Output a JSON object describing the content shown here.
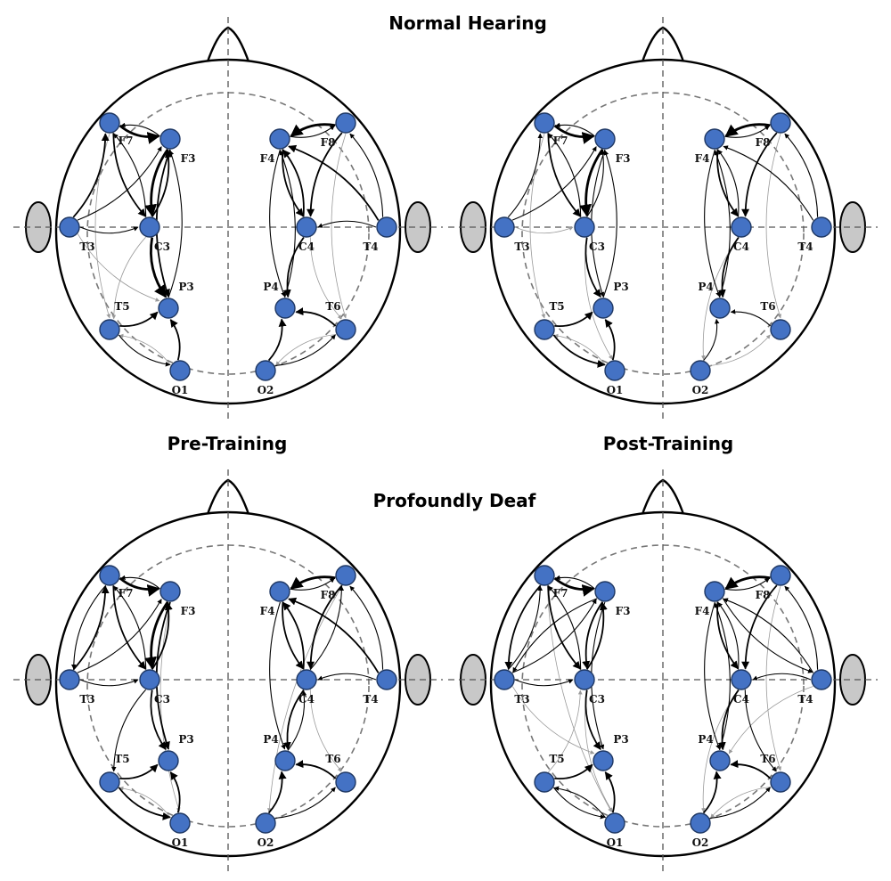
{
  "titles": {
    "normal_hearing": "Normal Hearing",
    "profoundly_deaf": "Profoundly Deaf",
    "pre_training": "Pre-Training",
    "post_training": "Post-Training"
  },
  "colors": {
    "node_fill": "#4472c4",
    "node_stroke": "#1f3864",
    "ear_fill": "#c8c8c8",
    "strong_edge": "#000000",
    "weak_edge": "#9a9a9a"
  },
  "electrodes": [
    "F7",
    "F3",
    "T3",
    "C3",
    "T5",
    "P3",
    "O1",
    "F4",
    "F8",
    "C4",
    "T4",
    "P4",
    "T6",
    "O2"
  ],
  "connectivity": [
    {
      "panel": "normal-hearing-pre",
      "edges": [
        [
          "F7",
          "F3",
          3
        ],
        [
          "F3",
          "F7",
          1
        ],
        [
          "F7",
          "C3",
          2
        ],
        [
          "C3",
          "F7",
          1
        ],
        [
          "F3",
          "C3",
          3
        ],
        [
          "C3",
          "F3",
          2
        ],
        [
          "F3",
          "P3",
          2
        ],
        [
          "P3",
          "F3",
          1
        ],
        [
          "C3",
          "P3",
          3
        ],
        [
          "T3",
          "F7",
          2
        ],
        [
          "T3",
          "F3",
          1
        ],
        [
          "T3",
          "C3",
          1
        ],
        [
          "T3",
          "P3",
          0
        ],
        [
          "T5",
          "P3",
          2
        ],
        [
          "O1",
          "P3",
          2
        ],
        [
          "T5",
          "O1",
          1
        ],
        [
          "O1",
          "T5",
          0
        ],
        [
          "F7",
          "T5",
          0
        ],
        [
          "C3",
          "T5",
          0
        ],
        [
          "F8",
          "F4",
          3
        ],
        [
          "F4",
          "F8",
          1
        ],
        [
          "F4",
          "C4",
          2
        ],
        [
          "C4",
          "F4",
          2
        ],
        [
          "F8",
          "C4",
          2
        ],
        [
          "T4",
          "F4",
          2
        ],
        [
          "T4",
          "F8",
          1
        ],
        [
          "T4",
          "C4",
          1
        ],
        [
          "C4",
          "P4",
          2
        ],
        [
          "F4",
          "P4",
          1
        ],
        [
          "P4",
          "F4",
          1
        ],
        [
          "T6",
          "P4",
          2
        ],
        [
          "O2",
          "P4",
          2
        ],
        [
          "O2",
          "T6",
          1
        ],
        [
          "T6",
          "O2",
          0
        ],
        [
          "C4",
          "T6",
          0
        ],
        [
          "F8",
          "T6",
          0
        ]
      ]
    },
    {
      "panel": "normal-hearing-post",
      "edges": [
        [
          "F7",
          "F3",
          3
        ],
        [
          "F3",
          "F7",
          1
        ],
        [
          "F7",
          "C3",
          2
        ],
        [
          "C3",
          "F7",
          1
        ],
        [
          "F3",
          "C3",
          3
        ],
        [
          "C3",
          "F3",
          1
        ],
        [
          "F3",
          "P3",
          1
        ],
        [
          "P3",
          "F3",
          1
        ],
        [
          "C3",
          "P3",
          2
        ],
        [
          "T3",
          "F7",
          1
        ],
        [
          "T3",
          "F3",
          1
        ],
        [
          "T3",
          "C3",
          0
        ],
        [
          "T5",
          "P3",
          2
        ],
        [
          "O1",
          "P3",
          2
        ],
        [
          "T5",
          "O1",
          2
        ],
        [
          "O1",
          "T5",
          0
        ],
        [
          "F7",
          "T5",
          0
        ],
        [
          "C3",
          "O1",
          0
        ],
        [
          "F8",
          "F4",
          3
        ],
        [
          "F4",
          "F8",
          1
        ],
        [
          "F4",
          "C4",
          2
        ],
        [
          "C4",
          "F4",
          1
        ],
        [
          "F8",
          "C4",
          2
        ],
        [
          "T4",
          "F4",
          1
        ],
        [
          "T4",
          "F8",
          1
        ],
        [
          "C4",
          "P4",
          2
        ],
        [
          "F4",
          "P4",
          1
        ],
        [
          "P4",
          "F4",
          1
        ],
        [
          "T6",
          "P4",
          1
        ],
        [
          "O2",
          "P4",
          1
        ],
        [
          "O2",
          "T6",
          0
        ],
        [
          "F8",
          "T6",
          0
        ],
        [
          "C4",
          "O2",
          0
        ]
      ]
    },
    {
      "panel": "profoundly-deaf-pre",
      "edges": [
        [
          "F7",
          "F3",
          3
        ],
        [
          "F3",
          "F7",
          1
        ],
        [
          "F7",
          "C3",
          2
        ],
        [
          "C3",
          "F7",
          1
        ],
        [
          "F3",
          "C3",
          3
        ],
        [
          "C3",
          "F3",
          2
        ],
        [
          "F3",
          "P3",
          2
        ],
        [
          "C3",
          "P3",
          2
        ],
        [
          "T3",
          "F7",
          2
        ],
        [
          "F7",
          "T3",
          1
        ],
        [
          "T3",
          "F3",
          1
        ],
        [
          "T3",
          "C3",
          1
        ],
        [
          "C3",
          "T5",
          1
        ],
        [
          "T5",
          "P3",
          2
        ],
        [
          "O1",
          "P3",
          2
        ],
        [
          "T5",
          "O1",
          2
        ],
        [
          "O1",
          "T5",
          0
        ],
        [
          "F3",
          "O1",
          0
        ],
        [
          "F8",
          "F4",
          3
        ],
        [
          "F4",
          "F8",
          1
        ],
        [
          "F4",
          "C4",
          2
        ],
        [
          "C4",
          "F4",
          2
        ],
        [
          "F8",
          "C4",
          2
        ],
        [
          "C4",
          "F8",
          1
        ],
        [
          "T4",
          "F4",
          2
        ],
        [
          "T4",
          "F8",
          1
        ],
        [
          "T4",
          "C4",
          1
        ],
        [
          "C4",
          "P4",
          2
        ],
        [
          "P4",
          "C4",
          1
        ],
        [
          "F4",
          "P4",
          1
        ],
        [
          "T6",
          "P4",
          2
        ],
        [
          "O2",
          "P4",
          2
        ],
        [
          "O2",
          "T6",
          1
        ],
        [
          "C4",
          "T6",
          0
        ],
        [
          "F8",
          "O2",
          0
        ]
      ]
    },
    {
      "panel": "profoundly-deaf-post",
      "edges": [
        [
          "F7",
          "F3",
          3
        ],
        [
          "F3",
          "F7",
          1
        ],
        [
          "F7",
          "C3",
          2
        ],
        [
          "C3",
          "F7",
          1
        ],
        [
          "F3",
          "C3",
          2
        ],
        [
          "C3",
          "F3",
          2
        ],
        [
          "F3",
          "P3",
          1
        ],
        [
          "C3",
          "P3",
          2
        ],
        [
          "T3",
          "F7",
          1
        ],
        [
          "F7",
          "T3",
          2
        ],
        [
          "T3",
          "F3",
          1
        ],
        [
          "F3",
          "T3",
          1
        ],
        [
          "T3",
          "C3",
          1
        ],
        [
          "T3",
          "P3",
          0
        ],
        [
          "T5",
          "P3",
          2
        ],
        [
          "O1",
          "P3",
          2
        ],
        [
          "T5",
          "O1",
          1
        ],
        [
          "O1",
          "T5",
          1
        ],
        [
          "T5",
          "C3",
          0
        ],
        [
          "F7",
          "O1",
          0
        ],
        [
          "C3",
          "O1",
          0
        ],
        [
          "F8",
          "F4",
          3
        ],
        [
          "F4",
          "F8",
          1
        ],
        [
          "F4",
          "C4",
          2
        ],
        [
          "C4",
          "F4",
          1
        ],
        [
          "F8",
          "C4",
          2
        ],
        [
          "F4",
          "T4",
          1
        ],
        [
          "T4",
          "F4",
          1
        ],
        [
          "T4",
          "F8",
          1
        ],
        [
          "T4",
          "C4",
          1
        ],
        [
          "C4",
          "P4",
          2
        ],
        [
          "F4",
          "P4",
          1
        ],
        [
          "P4",
          "F4",
          1
        ],
        [
          "T6",
          "P4",
          2
        ],
        [
          "O2",
          "P4",
          2
        ],
        [
          "O2",
          "T6",
          1
        ],
        [
          "T6",
          "O2",
          0
        ],
        [
          "C4",
          "T6",
          1
        ],
        [
          "F8",
          "T6",
          0
        ],
        [
          "C4",
          "O2",
          0
        ],
        [
          "T4",
          "P4",
          0
        ]
      ]
    }
  ]
}
